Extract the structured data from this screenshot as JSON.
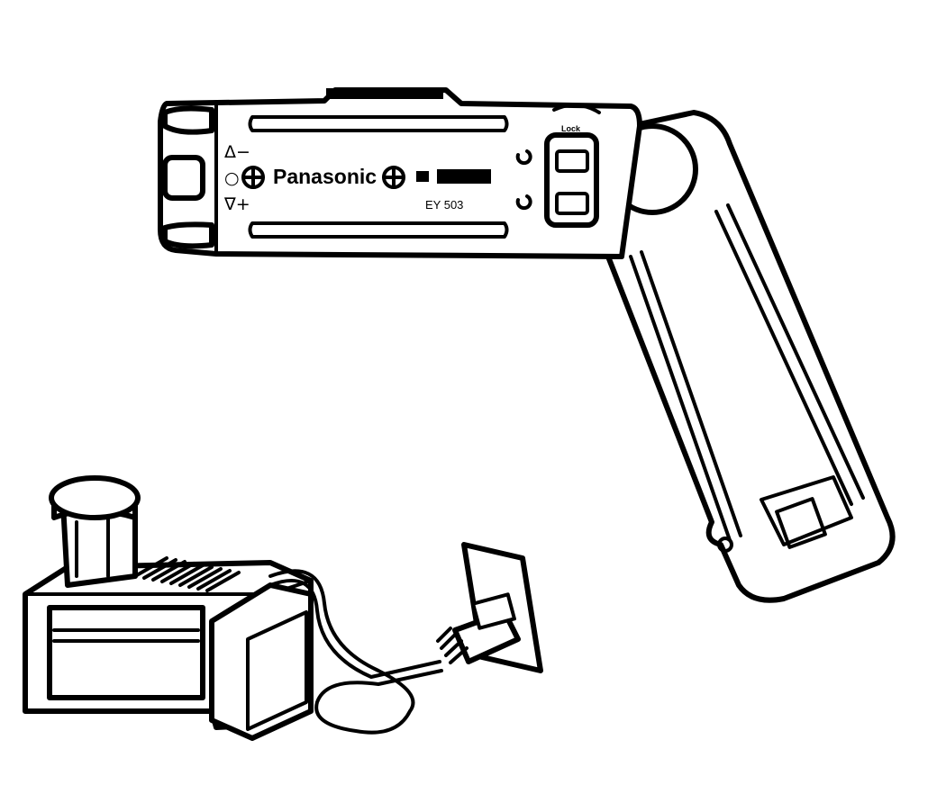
{
  "drill": {
    "brand_text": "Panasonic",
    "model_text": "EY 503",
    "lock_text": "Lock",
    "direction_up_text": "Δ−",
    "direction_mid_text": "○",
    "direction_down_text": "∇+"
  }
}
